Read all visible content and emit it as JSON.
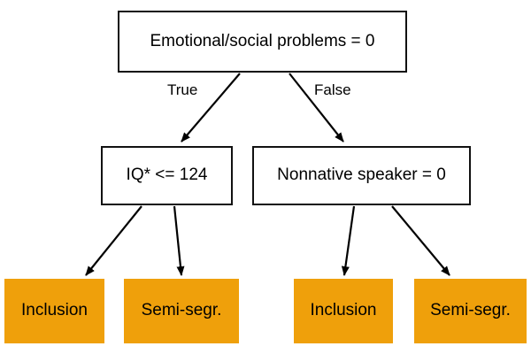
{
  "diagram": {
    "type": "decision-tree",
    "background_color": "#ffffff",
    "decision_node_fill": "#ffffff",
    "decision_node_stroke": "#111111",
    "leaf_node_fill": "#efa00b",
    "edge_color": "#000000",
    "text_color": "#000000"
  },
  "nodes": {
    "root": {
      "id": "root",
      "label": "Emotional/social problems = 0",
      "kind": "decision"
    },
    "iq": {
      "id": "iq",
      "label": "IQ* <= 124",
      "kind": "decision"
    },
    "nonnative": {
      "id": "nonnative",
      "label": "Nonnative speaker = 0",
      "kind": "decision"
    },
    "leaves": [
      {
        "id": "leaf-0",
        "label": "Inclusion",
        "kind": "leaf",
        "parent": "iq",
        "branch": "left"
      },
      {
        "id": "leaf-1",
        "label": "Semi-segr.",
        "kind": "leaf",
        "parent": "iq",
        "branch": "right"
      },
      {
        "id": "leaf-2",
        "label": "Inclusion",
        "kind": "leaf",
        "parent": "nonnative",
        "branch": "left"
      },
      {
        "id": "leaf-3",
        "label": "Semi-segr.",
        "kind": "leaf",
        "parent": "nonnative",
        "branch": "right"
      }
    ]
  },
  "edges": {
    "root_true_label": "True",
    "root_false_label": "False"
  }
}
